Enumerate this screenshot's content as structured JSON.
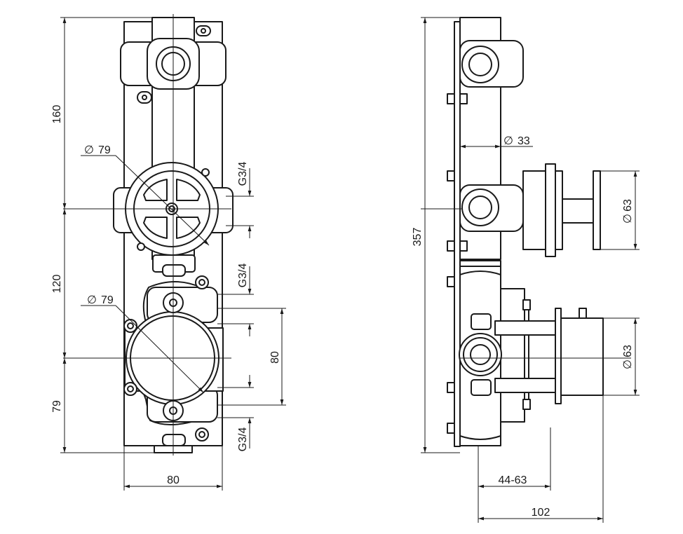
{
  "drawing": {
    "front_view": {
      "height_upper": "160",
      "height_middle": "120",
      "height_lower": "79",
      "width": "80",
      "diameter_upper": "79",
      "diameter_lower": "79",
      "thread_upper": "G3/4",
      "thread_middle": "G3/4",
      "thread_lower": "G3/4",
      "outlet_spacing": "80"
    },
    "side_view": {
      "total_height": "357",
      "pipe_diameter": "33",
      "handle_diameter_upper": "63",
      "handle_diameter_lower": "63",
      "wall_depth": "44-63",
      "total_depth": "102"
    },
    "diameter_symbol": "∅"
  }
}
